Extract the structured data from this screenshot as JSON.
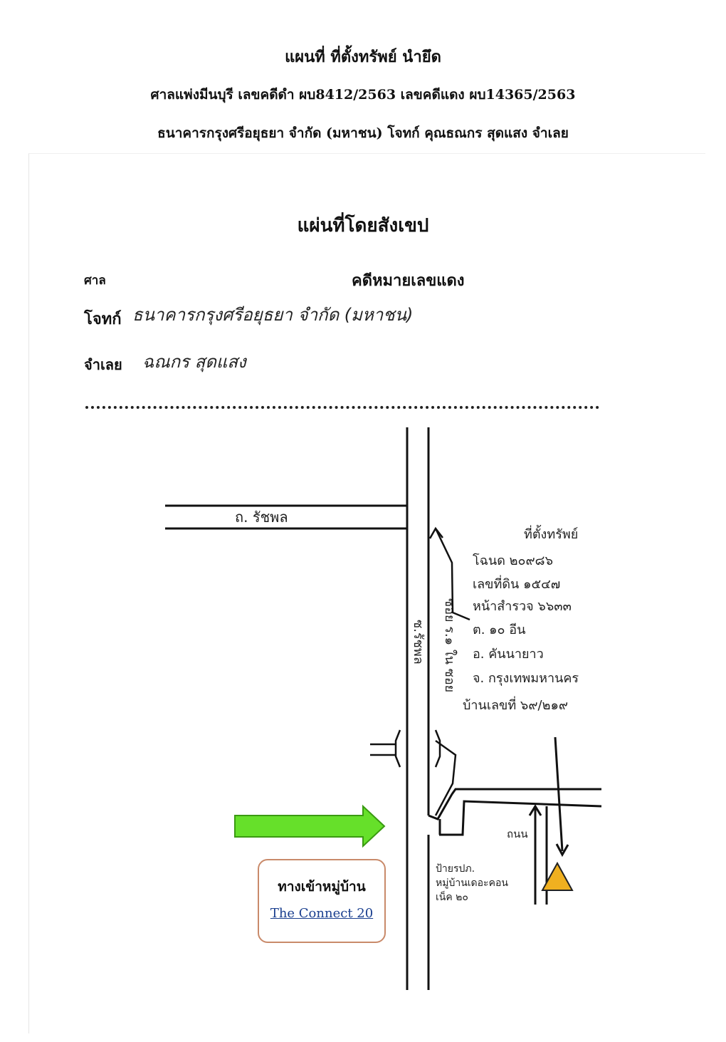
{
  "header": {
    "line1": "แผนที่ ที่ตั้งทรัพย์ นำยึด",
    "line2": "ศาลแพ่งมีนบุรี เลขคดีดำ ผบ8412/2563   เลขคดีแดง ผบ14365/2563",
    "line3": "ธนาคารกรุงศรีอยุธยา จำกัด (มหาชน) โจทก์  คุณธณกร สุดแสง จำเลย"
  },
  "form": {
    "title": "แผ่นที่โดยสังเขป",
    "court_label": "ศาล",
    "case_label": "คดีหมายเลขแดง",
    "plaintiff_label": "โจทก์",
    "plaintiff_value": "ธนาคารกรุงศรีอยุธยา   จำกัด (มหาชน)",
    "defendant_label": "จำเลย",
    "defendant_value": "ฉณกร    สุดแสง"
  },
  "map": {
    "road_label": "ถ. รัชพล",
    "soi_label": "ซ.รัชพล",
    "soi_side_label": "ซอย ร.๑ ใน ซอย",
    "property": {
      "heading": "ที่ตั้งทรัพย์",
      "lines": [
        "โฉนด      ๒๐๙๘๖",
        "เลขที่ดิน   ๑๕๔๗",
        "หน้าสำรวจ   ๖๖๓๓",
        "ต.        ๑๐ อีน",
        "อ.        คันนายาว",
        "จ.        กรุงเทพมหานคร",
        "บ้านเลขที่  ๖๙/๒๑๙"
      ]
    },
    "side_road_label": "ถนน",
    "landmark_label": "ป้ายรปภ.\nหมู่บ้านเดอะคอน\nเน็ค ๒๐",
    "entrance_note_line1": "ทางเข้าหมู่บ้าน",
    "entrance_note_line2": "The Connect 20",
    "colors": {
      "arrow": "#66e02a",
      "marker": "#f0b020",
      "note_border": "#c98a6a"
    }
  }
}
